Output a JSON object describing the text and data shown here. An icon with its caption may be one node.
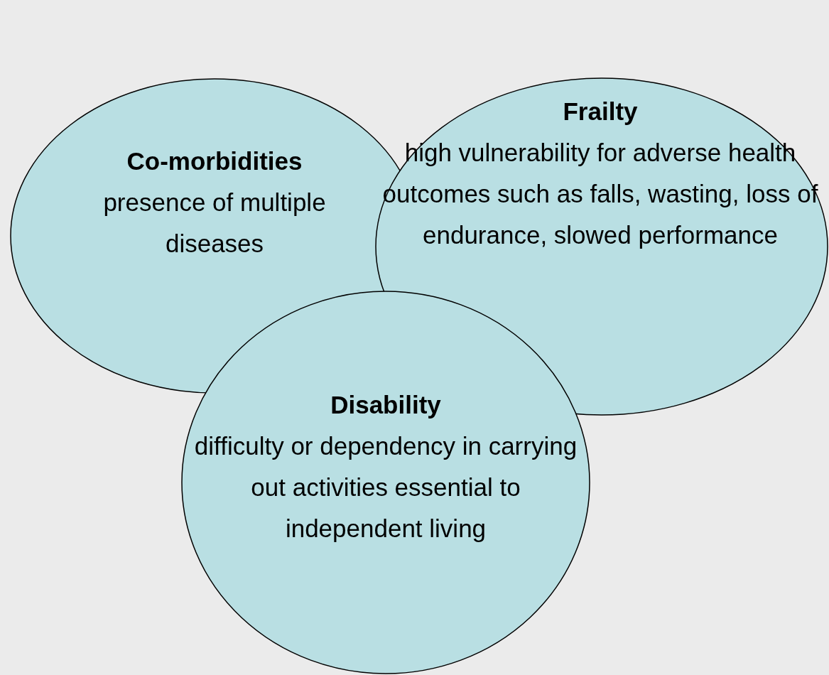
{
  "diagram": {
    "nodes": [
      {
        "text": [
          "Co-morbidities",
          "presence of multiple diseases"
        ]
      },
      {
        "text": [
          "Frailty",
          "high vulnerability for adverse health outcomes such as falls, wasting, loss of endurance, slowed performance"
        ]
      },
      {
        "text": [
          "Disability",
          "difficulty or dependency in carrying out activities essential to independent living"
        ]
      }
    ]
  }
}
